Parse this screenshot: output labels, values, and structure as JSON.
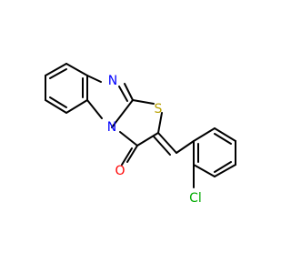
{
  "molecule": {
    "atoms": {
      "N_ring": {
        "label": "N",
        "color": "#0000ff"
      },
      "N_bridge": {
        "label": "N",
        "color": "#0000ff"
      },
      "S": {
        "label": "S",
        "color": "#b8a000"
      },
      "O": {
        "label": "O",
        "color": "#ff0000"
      },
      "Cl": {
        "label": "Cl",
        "color": "#00aa00"
      }
    }
  }
}
